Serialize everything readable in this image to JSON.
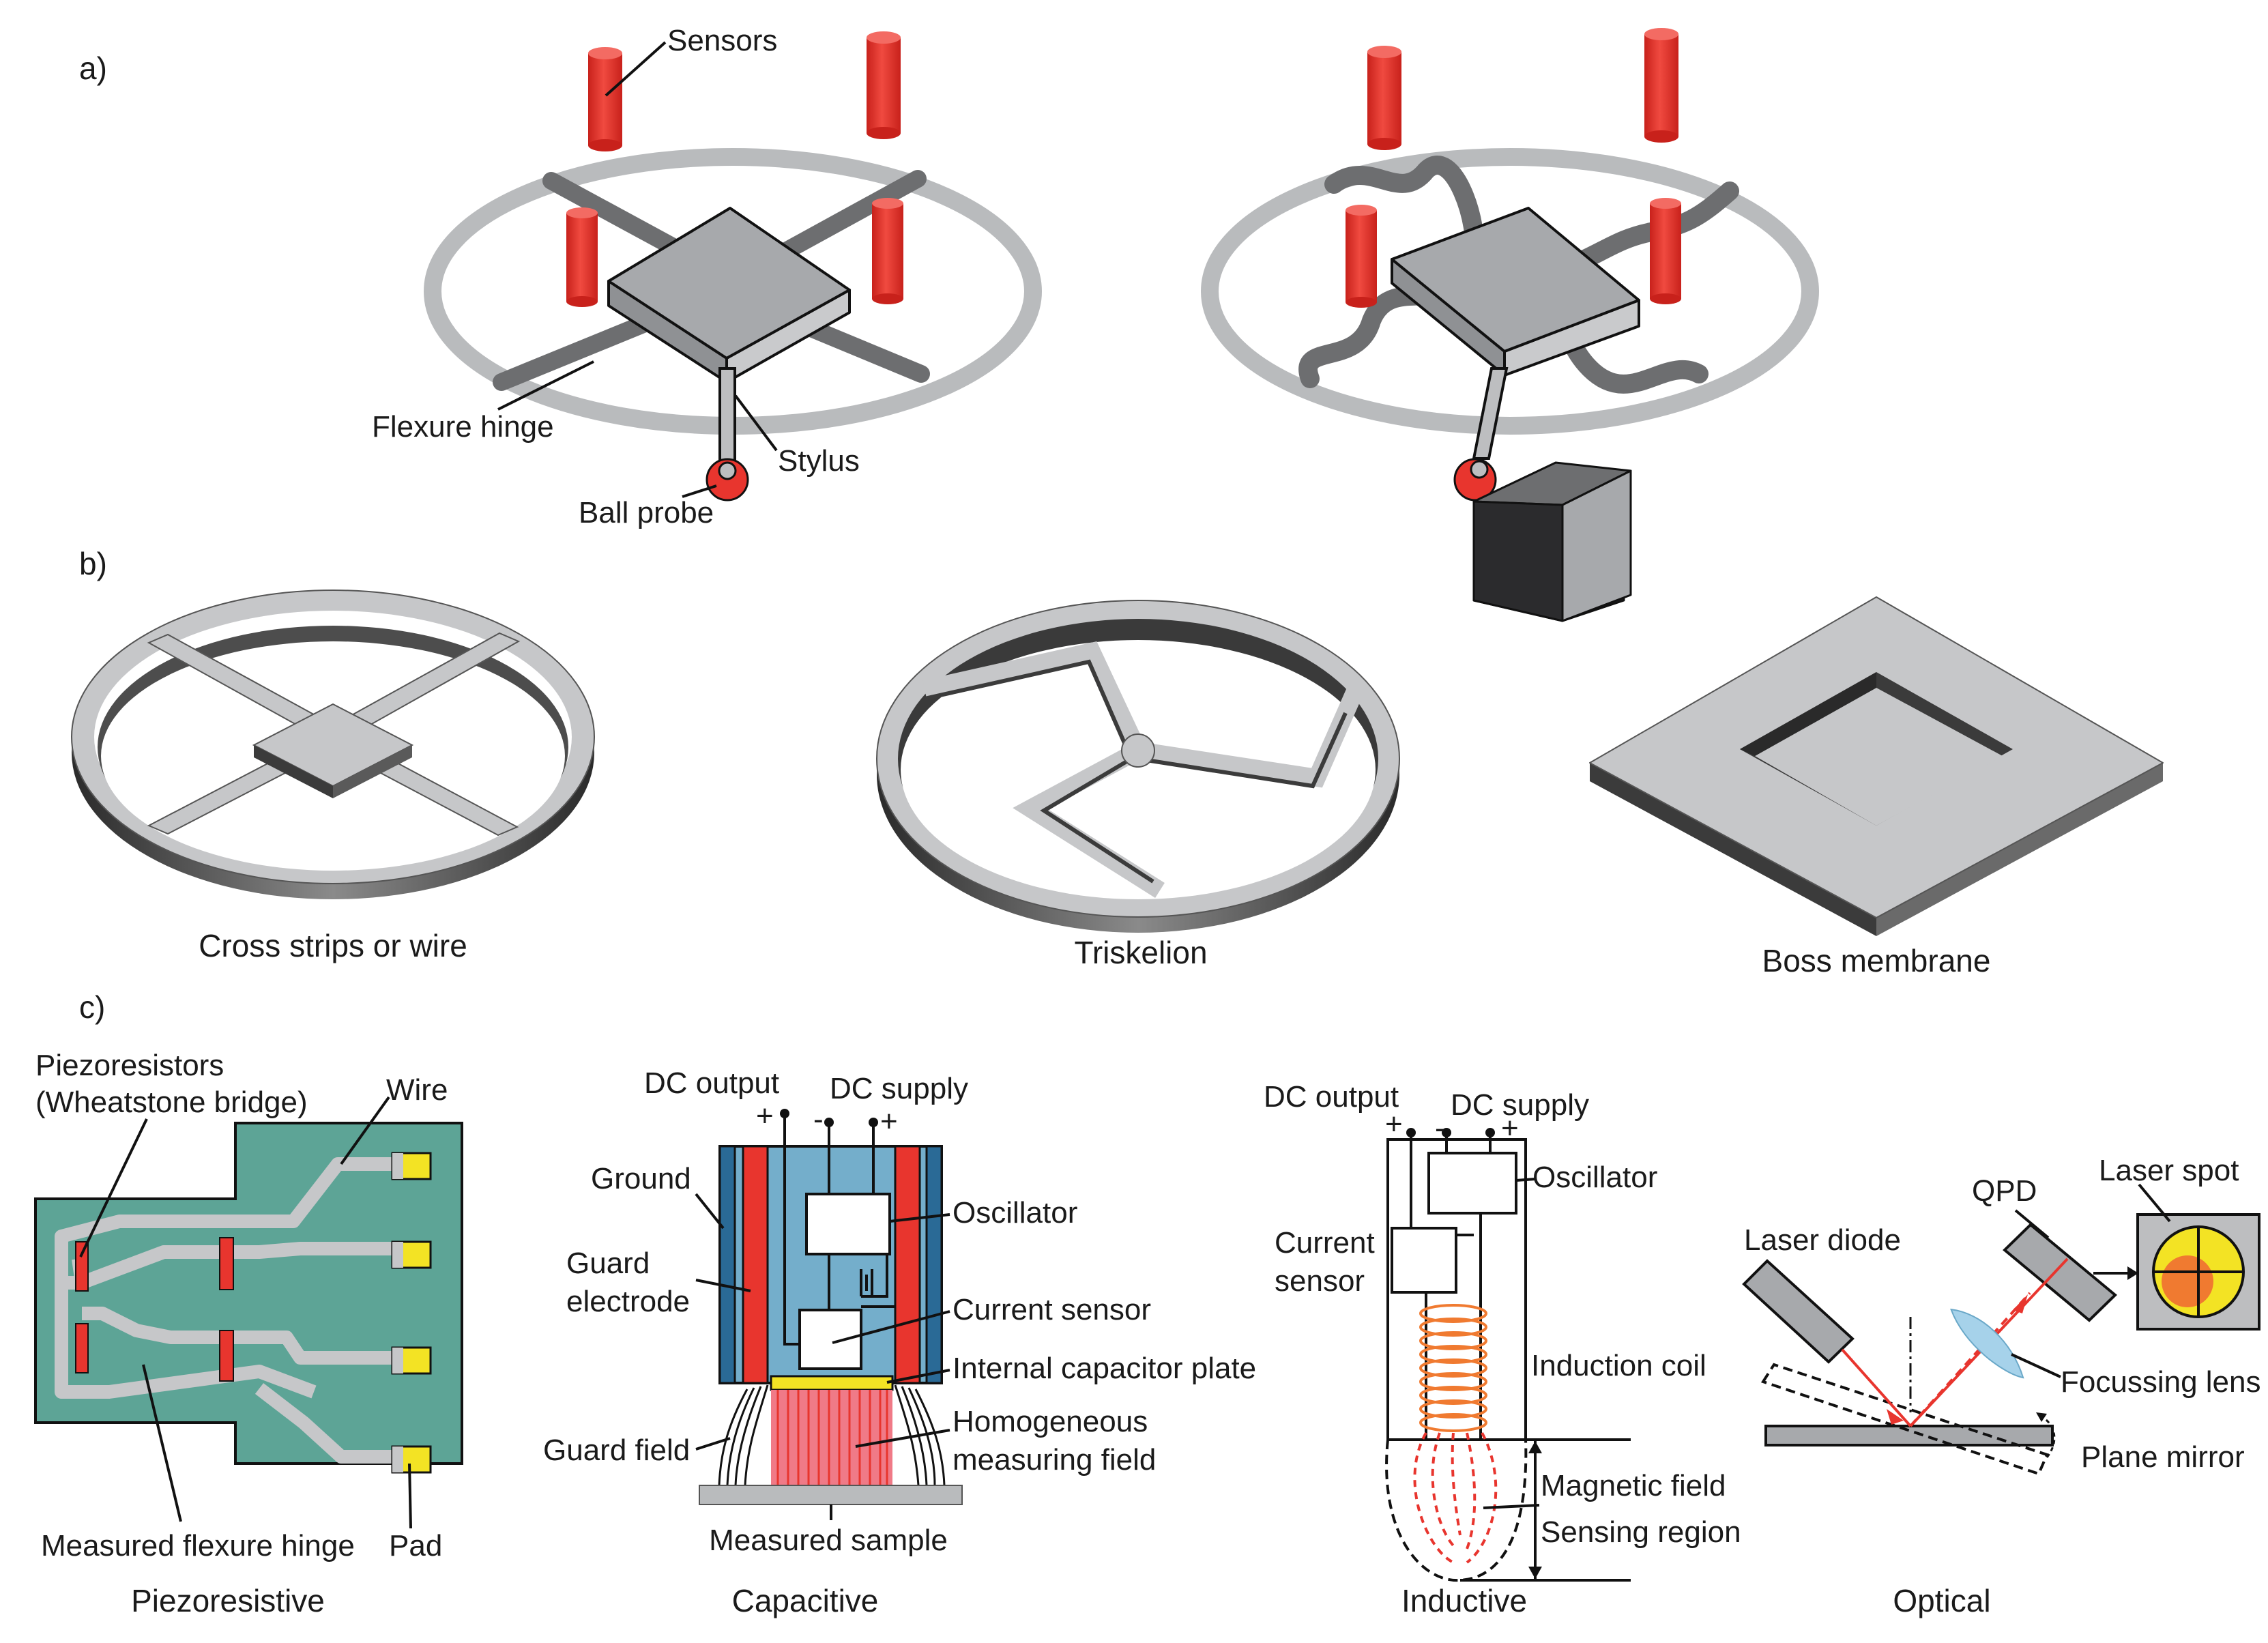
{
  "sections": {
    "a": "a)",
    "b": "b)",
    "c": "c)"
  },
  "panel_a": {
    "sensors": "Sensors",
    "flexure_hinge": "Flexure hinge",
    "stylus": "Stylus",
    "ball_probe": "Ball probe"
  },
  "panel_b": {
    "cross": "Cross strips or wire",
    "triskelion": "Triskelion",
    "boss": "Boss membrane"
  },
  "panel_c": {
    "piezo": {
      "piezoresistors_1": "Piezoresistors",
      "piezoresistors_2": "(Wheatstone bridge)",
      "wire": "Wire",
      "measured_hinge": "Measured flexure hinge",
      "pad": "Pad",
      "caption": "Piezoresistive"
    },
    "capacitive": {
      "dc_output": "DC output",
      "dc_supply": "DC supply",
      "plus": "+",
      "minus": "-",
      "ground": "Ground",
      "guard_1": "Guard",
      "guard_2": "electrode",
      "oscillator": "Oscillator",
      "current_sensor": "Current sensor",
      "internal_plate": "Internal capacitor plate",
      "homog_1": "Homogeneous",
      "homog_2": "measuring field",
      "guard_field": "Guard field",
      "sample": "Measured sample",
      "caption": "Capacitive"
    },
    "inductive": {
      "dc_output": "DC output",
      "dc_supply": "DC supply",
      "plus": "+",
      "minus": "-",
      "oscillator": "Oscillator",
      "current_1": "Current",
      "current_2": "sensor",
      "coil": "Induction coil",
      "magnetic": "Magnetic field",
      "sensing": "Sensing region",
      "caption": "Inductive"
    },
    "optical": {
      "qpd": "QPD",
      "laser_spot": "Laser spot",
      "laser_diode": "Laser diode",
      "lens": "Focussing lens",
      "mirror": "Plane mirror",
      "caption": "Optical"
    }
  },
  "colors": {
    "sensor_red": "#e8352e",
    "ring_gray": "#b9bbbd",
    "platform_gray": "#a7a9ac",
    "hinge_dark": "#6d6e70",
    "pcb_green": "#5da496",
    "pad_yellow": "#f3e324",
    "cap_blue": "#74aecb",
    "coil_orange": "#f07a30"
  }
}
